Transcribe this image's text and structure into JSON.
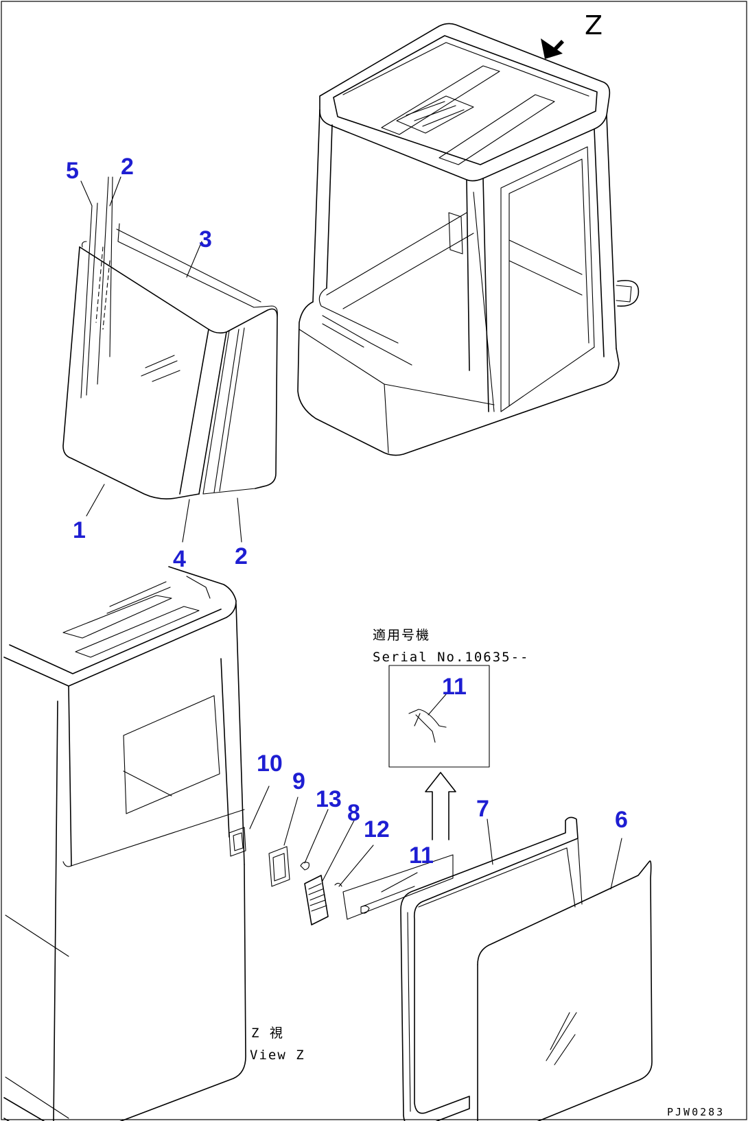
{
  "colors": {
    "callout": "#1e1ed2",
    "line": "#000000",
    "background": "#ffffff"
  },
  "view_marker": {
    "letter": "Z"
  },
  "serial_box": {
    "line1": "適用号機",
    "line2": "Serial No.10635--"
  },
  "view_caption": {
    "line1": "Z  視",
    "line2": "View Z"
  },
  "drawing_code": "PJW0283",
  "callouts": [
    {
      "id": "c5a",
      "label": "5"
    },
    {
      "id": "c2a",
      "label": "2"
    },
    {
      "id": "c3",
      "label": "3"
    },
    {
      "id": "c1",
      "label": "1"
    },
    {
      "id": "c4",
      "label": "4"
    },
    {
      "id": "c2b",
      "label": "2"
    },
    {
      "id": "c11a",
      "label": "11"
    },
    {
      "id": "c10",
      "label": "10"
    },
    {
      "id": "c9",
      "label": "9"
    },
    {
      "id": "c13",
      "label": "13"
    },
    {
      "id": "c8",
      "label": "8"
    },
    {
      "id": "c12",
      "label": "12"
    },
    {
      "id": "c11b",
      "label": "11"
    },
    {
      "id": "c7",
      "label": "7"
    },
    {
      "id": "c6",
      "label": "6"
    }
  ]
}
